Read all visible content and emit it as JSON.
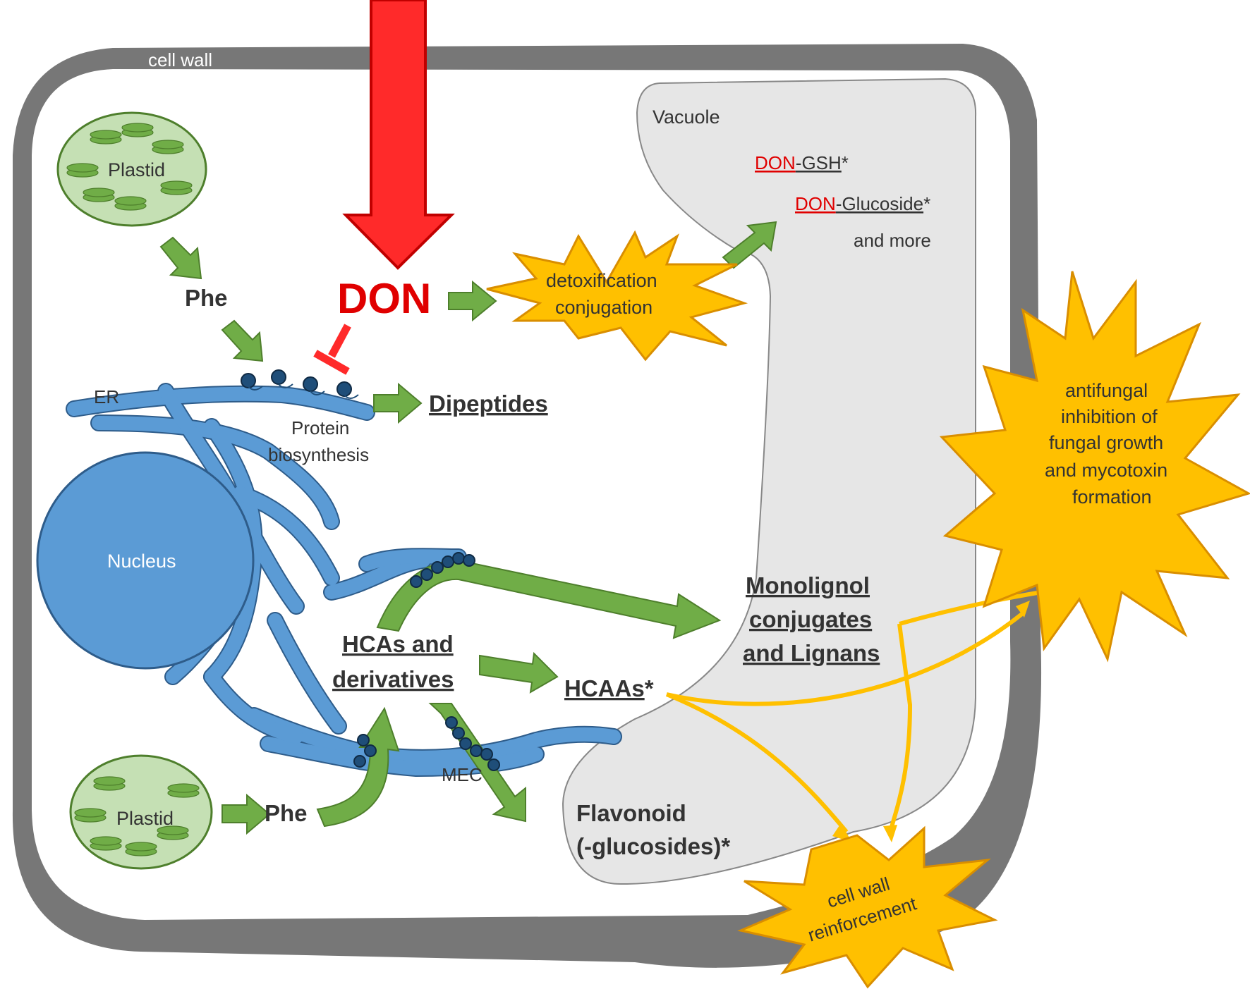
{
  "labels": {
    "cell_wall": "cell wall",
    "plastid_top": "Plastid",
    "plastid_bottom": "Plastid",
    "phe_top": "Phe",
    "phe_bottom": "Phe",
    "don": "DON",
    "er": "ER",
    "protein_line1": "Protein",
    "protein_line2": "biosynthesis",
    "dipeptides": "Dipeptides",
    "nucleus": "Nucleus",
    "detox_line1": "detoxification",
    "detox_line2": "conjugation",
    "vacuole": "Vacuole",
    "don_gsh_prefix": "DON",
    "don_gsh_suffix": "-GSH",
    "don_gsh_star": "*",
    "don_gluc_prefix": "DON",
    "don_gluc_suffix": "-Glucoside",
    "don_gluc_star": "*",
    "and_more": "and more",
    "antifungal_line1": "antifungal",
    "antifungal_line2": "inhibition of",
    "antifungal_line3": "fungal growth",
    "antifungal_line4": "and mycotoxin",
    "antifungal_line5": "formation",
    "monolignol_line1": "Monolignol",
    "monolignol_line2": "conjugates",
    "monolignol_line3": "and Lignans",
    "hcas_line1": "HCAs and",
    "hcas_line2": "derivatives",
    "hcaas": "HCAAs",
    "hcaas_star": "*",
    "mec": "MEC",
    "flavonoid_line1": "Flavonoid",
    "flavonoid_line2": "(-glucosides)*",
    "cellwall_reinf_line1": "cell wall",
    "cellwall_reinf_line2": "reinforcement"
  },
  "colors": {
    "cell_wall": "#777777",
    "green_arrow": "#70ad47",
    "don_red": "#ff2a2a",
    "yellow": "#ffc000",
    "er_blue": "#5b9bd5",
    "plastid_fill": "#c5e0b4",
    "vacuole_fill": "#e6e6e6"
  }
}
